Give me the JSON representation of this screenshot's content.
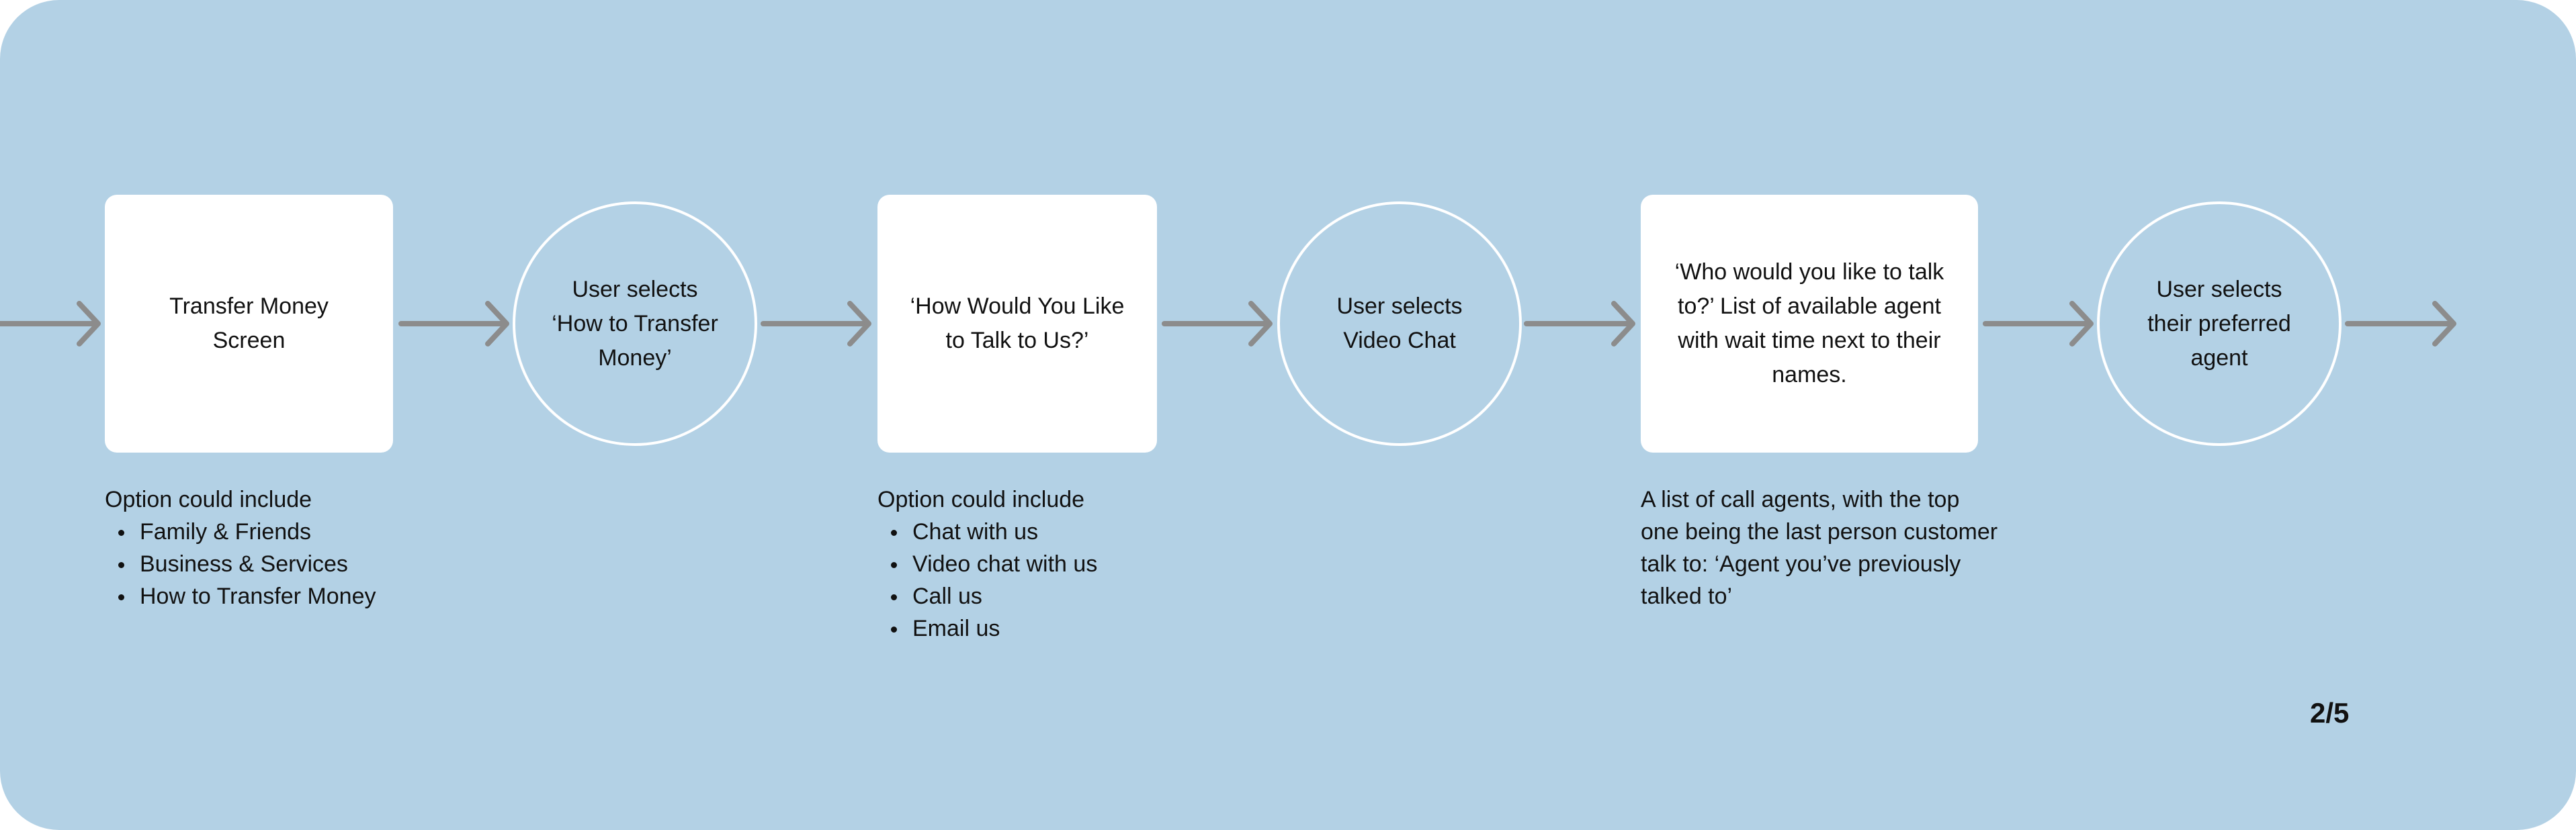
{
  "nodes": [
    {
      "id": "transfer-money-screen",
      "shape": "rectangle",
      "label": "Transfer Money Screen"
    },
    {
      "id": "user-selects-how-to-transfer",
      "shape": "circle",
      "label": "User selects ‘How to Transfer Money’"
    },
    {
      "id": "how-would-you-like",
      "shape": "rectangle",
      "label": "‘How Would You Like to Talk to Us?’"
    },
    {
      "id": "user-selects-video-chat",
      "shape": "circle",
      "label": "User selects Video Chat"
    },
    {
      "id": "who-would-you-like",
      "shape": "rectangle",
      "label": "‘Who would you like to talk to?’ List of available agent with wait time next to their names."
    },
    {
      "id": "user-selects-agent",
      "shape": "circle",
      "label": "User selects their preferred agent"
    }
  ],
  "notes": [
    {
      "heading": "Option could include",
      "items": [
        "Family & Friends",
        "Business & Services",
        "How to Transfer Money"
      ]
    },
    {
      "heading": "Option could include",
      "items": [
        "Chat with us",
        "Video chat with us",
        "Call us",
        "Email us"
      ]
    },
    {
      "text": "A list of call agents, with the top one being the last person customer talk to: ‘Agent you’ve previously talked to’"
    }
  ],
  "page_indicator": "2/5",
  "colors": {
    "background": "#b3d1e5",
    "box": "#ffffff",
    "arrow": "#8c8c8c",
    "text": "#111111"
  }
}
